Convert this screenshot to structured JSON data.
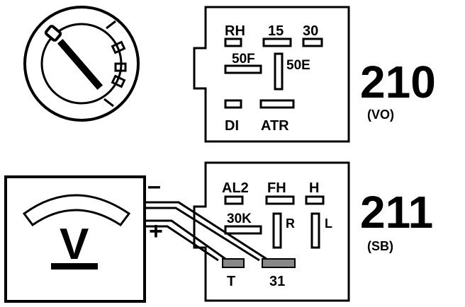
{
  "connector_210": {
    "pins": {
      "rh": "RH",
      "p15": "15",
      "p30": "30",
      "p50f": "50F",
      "p50e": "50E",
      "di": "DI",
      "atr": "ATR"
    },
    "number": "210",
    "code": "(VO)"
  },
  "connector_211": {
    "pins": {
      "al2": "AL2",
      "fh": "FH",
      "h": "H",
      "p30k": "30K",
      "r": "R",
      "l": "L",
      "t": "T",
      "p31": "31"
    },
    "number": "211",
    "code": "(SB)"
  },
  "voltmeter": {
    "symbol": "V",
    "minus": "–",
    "plus": "+"
  },
  "icons": {
    "ignition": "ignition-switch-icon",
    "voltmeter": "voltmeter-icon"
  }
}
